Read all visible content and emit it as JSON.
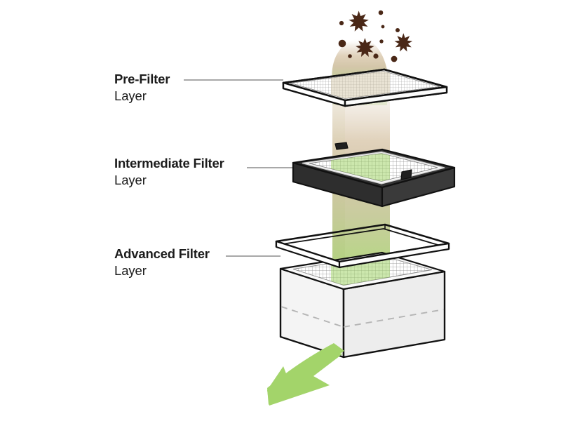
{
  "diagram": {
    "title": "Three-stage air filtration layer diagram",
    "background_color": "#ffffff",
    "labels": [
      {
        "id": "pre-filter",
        "title": "Pre-Filter",
        "subtitle": "Layer"
      },
      {
        "id": "intermediate",
        "title": "Intermediate Filter",
        "subtitle": "Layer"
      },
      {
        "id": "advanced",
        "title": "Advanced Filter",
        "subtitle": "Layer"
      }
    ],
    "colors": {
      "outline": "#111111",
      "leader_line": "#a8a8a8",
      "particle": "#4a2817",
      "airflow_dirty": "#c9b193",
      "airflow_clean": "#a3d46a",
      "arrow_green": "#a3d46a",
      "mesh_line": "#8d8d8d",
      "intermediate_body": "#333333",
      "advanced_body": "#f2f2f2",
      "dashed_line": "#b5b5b5"
    },
    "airflow": {
      "direction": "top-to-bottom",
      "inlet_state": "contaminated air with particles",
      "outlet_state": "purified air",
      "outlet_arrow_direction": "down-left"
    },
    "particles": {
      "count": 12,
      "kinds": [
        "spiky",
        "round"
      ],
      "description": "airborne contaminants entering the pre-filter"
    },
    "layers": [
      {
        "id": "pre-filter",
        "order": 1,
        "form": "thin flat mesh panel",
        "surface": "fine mesh grid"
      },
      {
        "id": "intermediate",
        "order": 2,
        "form": "shallow black box",
        "surface": "fine mesh grid",
        "handles": 2
      },
      {
        "id": "advanced",
        "order": 3,
        "form": "deep open-top housing",
        "surface": "fine mesh grid"
      }
    ]
  }
}
